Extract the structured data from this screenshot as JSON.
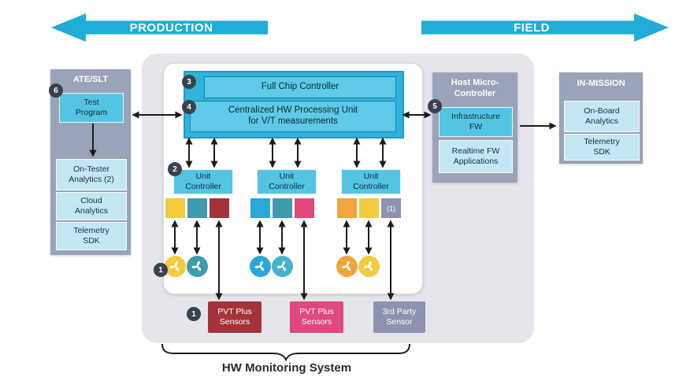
{
  "header": {
    "production": "PRODUCTION",
    "field": "FIELD"
  },
  "ate_slt": {
    "title": "ATE/SLT",
    "badge": "6",
    "test_program": "Test Program",
    "items": [
      "On-Tester Analytics (2)",
      "Cloud Analytics",
      "Telemetry SDK"
    ]
  },
  "chip": {
    "badge_full_chip": "3",
    "full_chip_controller": "Full Chip Controller",
    "badge_processing": "4",
    "processing_unit_l1": "Centralized HW Processing Unit",
    "processing_unit_l2": "for V/T measurements",
    "badge_unit_controller": "2",
    "unit_controller": "Unit Controller",
    "badge_sensors": "1",
    "swatch_note": "(1)"
  },
  "bottom_sensors": {
    "badge": "1",
    "pvt_left": "PVT Plus Sensors",
    "pvt_mid": "PVT Plus Sensors",
    "third_party": "3rd Party Sensor"
  },
  "host": {
    "title": "Host Micro-Controller",
    "badge": "5",
    "infrastructure": "Infrastructure FW",
    "realtime": "Realtime FW Applications"
  },
  "in_mission": {
    "title": "IN-MISSION",
    "items": [
      "On-Board Analytics",
      "Telemetry SDK"
    ]
  },
  "footer": {
    "caption": "HW Monitoring System"
  },
  "colors": {
    "arrow_cyan": "#1fadd8",
    "panel_gray": "#9aa3b8",
    "box_cyan": "#54c4e3",
    "cyan_container": "#30b2da",
    "chip_inner_cyan": "#5ecae7",
    "box_lightblue": "#c3e8f4",
    "dark_red": "#a4343a",
    "pink": "#e0487e",
    "purple": "#8d93b0",
    "yellow": "#f3cb3f",
    "teal": "#3f9aae",
    "blue": "#2aa7d8",
    "lightblue_circle": "#45b3d0",
    "orange": "#f2a33c",
    "badge_dark": "#3a4150"
  }
}
